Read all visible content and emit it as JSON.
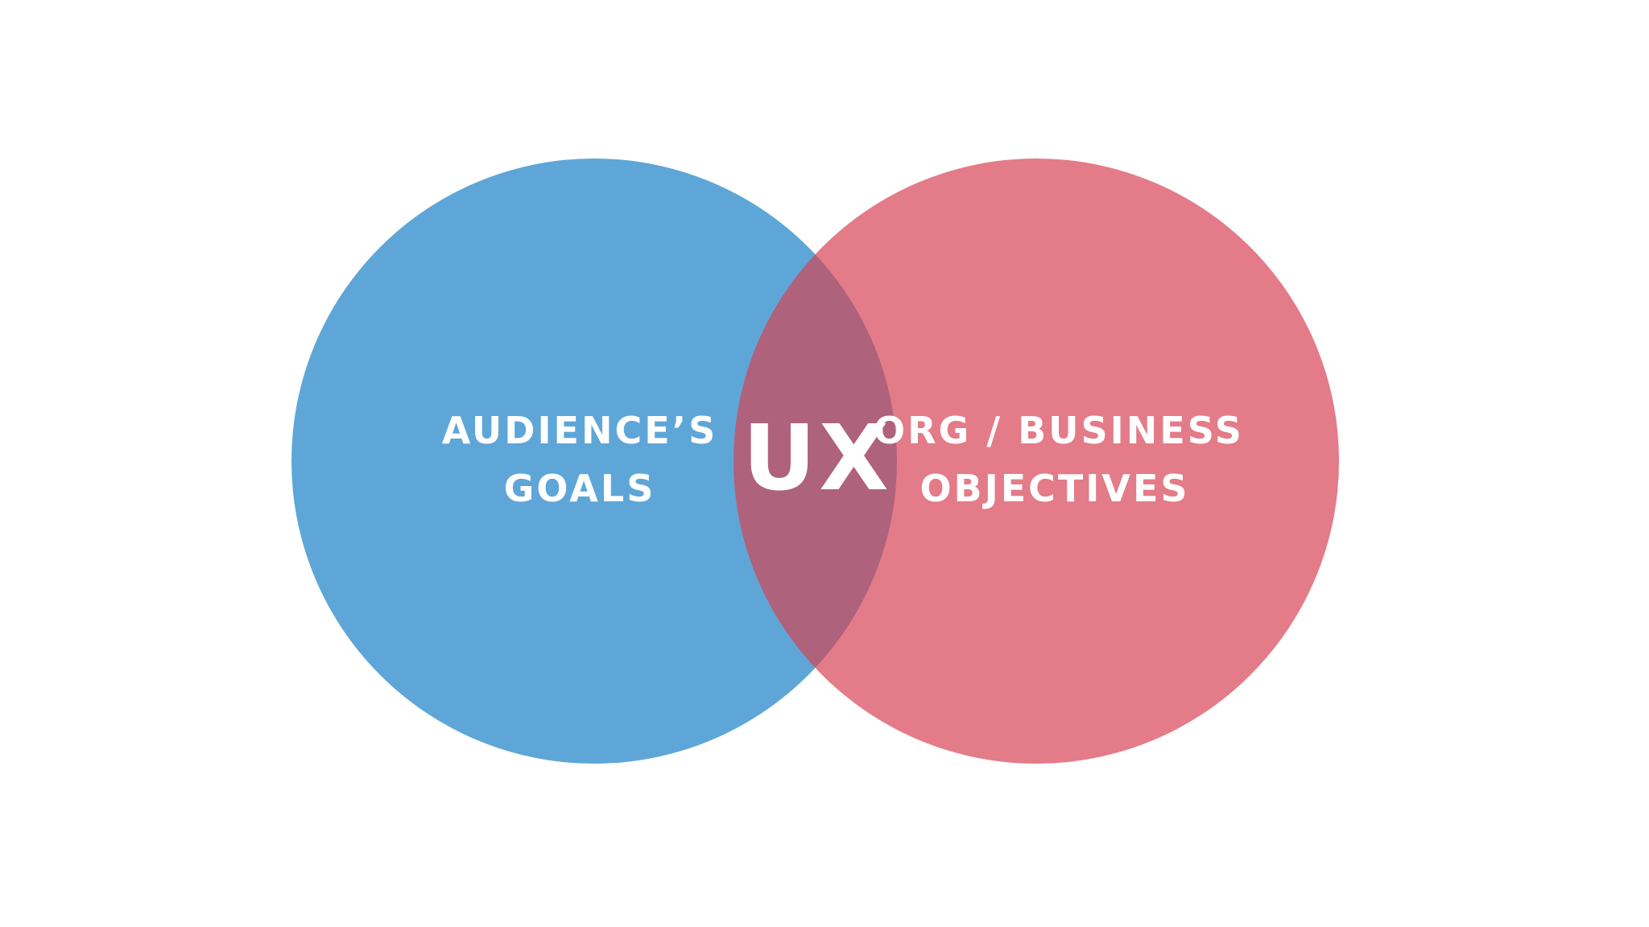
{
  "diagram": {
    "type": "venn",
    "left_circle": {
      "lines": [
        "AUDIENCE’S",
        "GOALS"
      ],
      "color": "#5ea6d8"
    },
    "right_circle": {
      "lines": [
        "ORG / BUSINESS",
        "OBJECTIVES"
      ],
      "color": "#e47b88"
    },
    "intersection": {
      "label": "UX",
      "color": "#ae627b"
    },
    "text_color": "#ffffff",
    "background": "#ffffff"
  }
}
